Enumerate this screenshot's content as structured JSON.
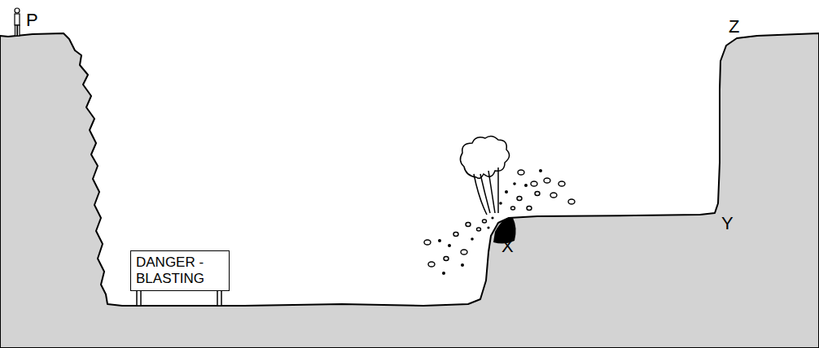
{
  "diagram": {
    "nodes": [
      {
        "text": [
          "DANGER - BLASTING"
        ]
      }
    ],
    "labels": [
      "P",
      "Z",
      "Y",
      "X"
    ]
  }
}
